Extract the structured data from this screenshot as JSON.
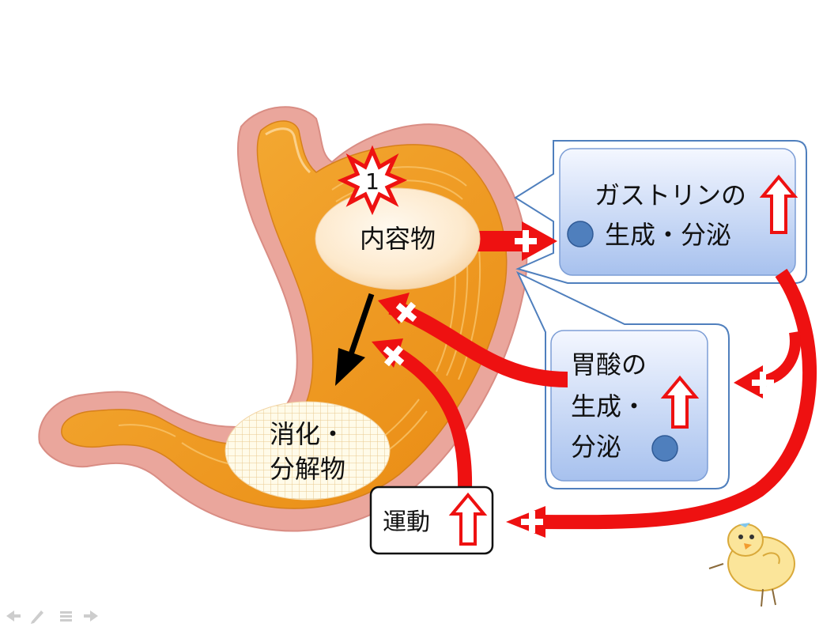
{
  "burst_number": "1",
  "contents_label": "内容物",
  "gastrin_box": {
    "line1": "ガストリンの",
    "line2": "生成・分泌"
  },
  "acid_box": {
    "line1": "胃酸の",
    "line2": "生成・",
    "line3": "分泌"
  },
  "digest_label": {
    "line1": "消化・",
    "line2": "分解物"
  },
  "motility_label": "運動",
  "colors": {
    "stomach_outer": "#e9a59d",
    "stomach_wall": "#f2a22a",
    "stomach_inner": "#f7bd4a",
    "arrow_red": "#ee1111",
    "box_fill_top": "#f1f5ff",
    "box_fill_bottom": "#a9c2ef",
    "dot_blue": "#4f7fbd"
  },
  "icons": [
    "up-arrow-icon",
    "plus-icon",
    "blue-dot-icon",
    "burst-icon",
    "chick-icon",
    "nav-icons"
  ]
}
